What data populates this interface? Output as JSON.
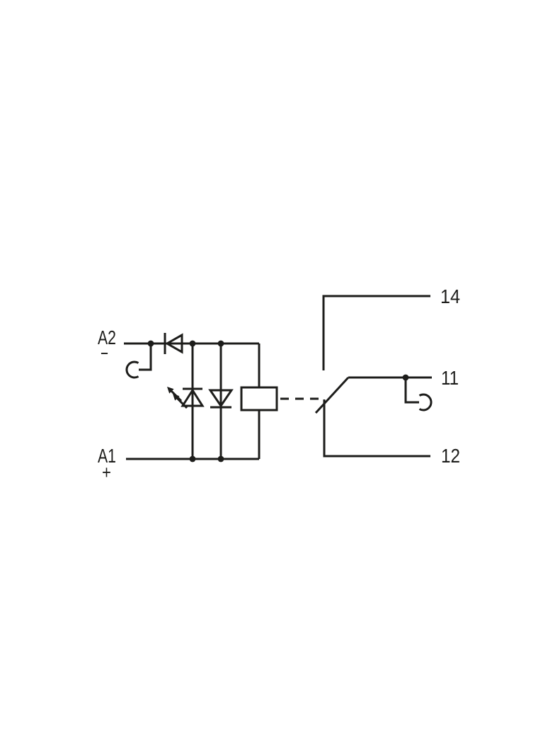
{
  "diagram": {
    "title": "relay-module-wiring-schematic",
    "colors": {
      "line": "#1d1d1b",
      "background": "#ffffff",
      "coil_fill": "#ffffff"
    },
    "labels": {
      "a2": "A2",
      "a2_polarity": "−",
      "a1": "A1",
      "a1_polarity": "+",
      "t14": "14",
      "t11": "11",
      "t12": "12"
    },
    "symbols": {
      "clamp_contact_left": "open half-circle socket",
      "clamp_contact_right": "open half-circle socket",
      "series_diode": "polarity protection diode in A2 line",
      "led": "status LED with two emission arrows",
      "suppressor_diode": "reverse-connected protection diode",
      "relay_coil": "rectangle coil",
      "mechanical_link": "dashed actuator line",
      "changeover_contact": "SPDT contact lever, 11 common, 12 closed, 14 open"
    }
  }
}
